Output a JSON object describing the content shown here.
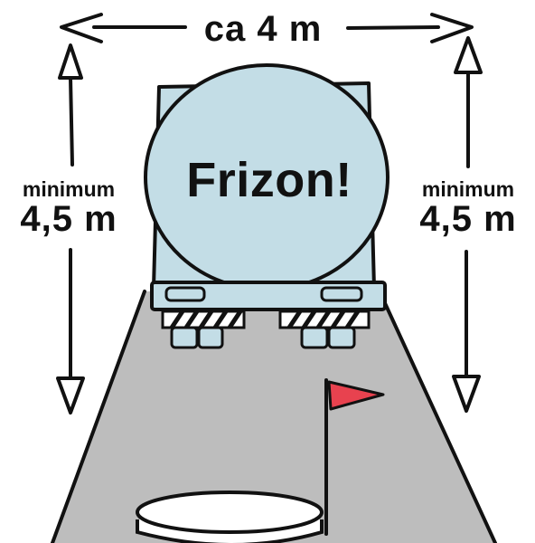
{
  "texts": {
    "width": "ca 4 m",
    "left_minimum": "minimum",
    "left_height": "4,5 m",
    "right_minimum": "minimum",
    "right_height": "4,5 m",
    "tank": "Frizon!"
  },
  "colors": {
    "tank": "#c3dde6",
    "road": "#bdbdbd",
    "flag": "#e8424f",
    "ink": "#111111"
  }
}
